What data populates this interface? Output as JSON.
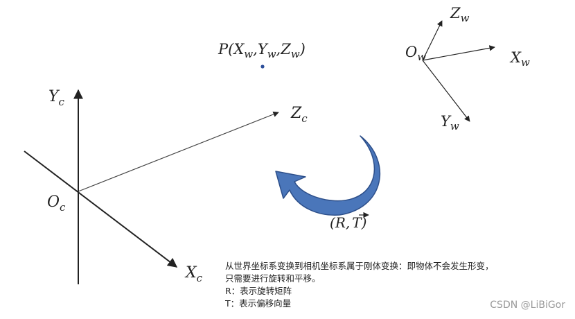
{
  "labels": {
    "point": {
      "name": "P",
      "open": "(",
      "xw": "X",
      "xw_sub": "w",
      "comma": ",",
      "yw": "Y",
      "yw_sub": "w",
      "zw": "Z",
      "zw_sub": "w",
      "close": ")"
    },
    "camera_frame": {
      "yc": {
        "main": "Y",
        "sub": "c"
      },
      "zc": {
        "main": "Z",
        "sub": "c"
      },
      "xc": {
        "main": "X",
        "sub": "c"
      },
      "oc": {
        "main": "O",
        "sub": "c"
      }
    },
    "world_frame": {
      "zw": {
        "main": "Z",
        "sub": "w"
      },
      "xw": {
        "main": "X",
        "sub": "w"
      },
      "yw": {
        "main": "Y",
        "sub": "w"
      },
      "ow": {
        "main": "O",
        "sub": "w"
      }
    },
    "transform": {
      "open": "(",
      "r": "R",
      "comma": ",",
      "t": "T",
      "close": ")"
    }
  },
  "note": {
    "line1": "从世界坐标系变换到相机坐标系属于刚体变换：即物体不会发生形变，",
    "line2": "只需要进行旋转和平移。",
    "line3": "R：表示旋转矩阵",
    "line4": "T：表示偏移向量"
  },
  "watermark": "CSDN @LiBiGor",
  "colors": {
    "axis": "#222222",
    "arrow_fill": "#4a76ba",
    "arrow_stroke": "#2d4f8a",
    "point": "#2c4f9a"
  }
}
